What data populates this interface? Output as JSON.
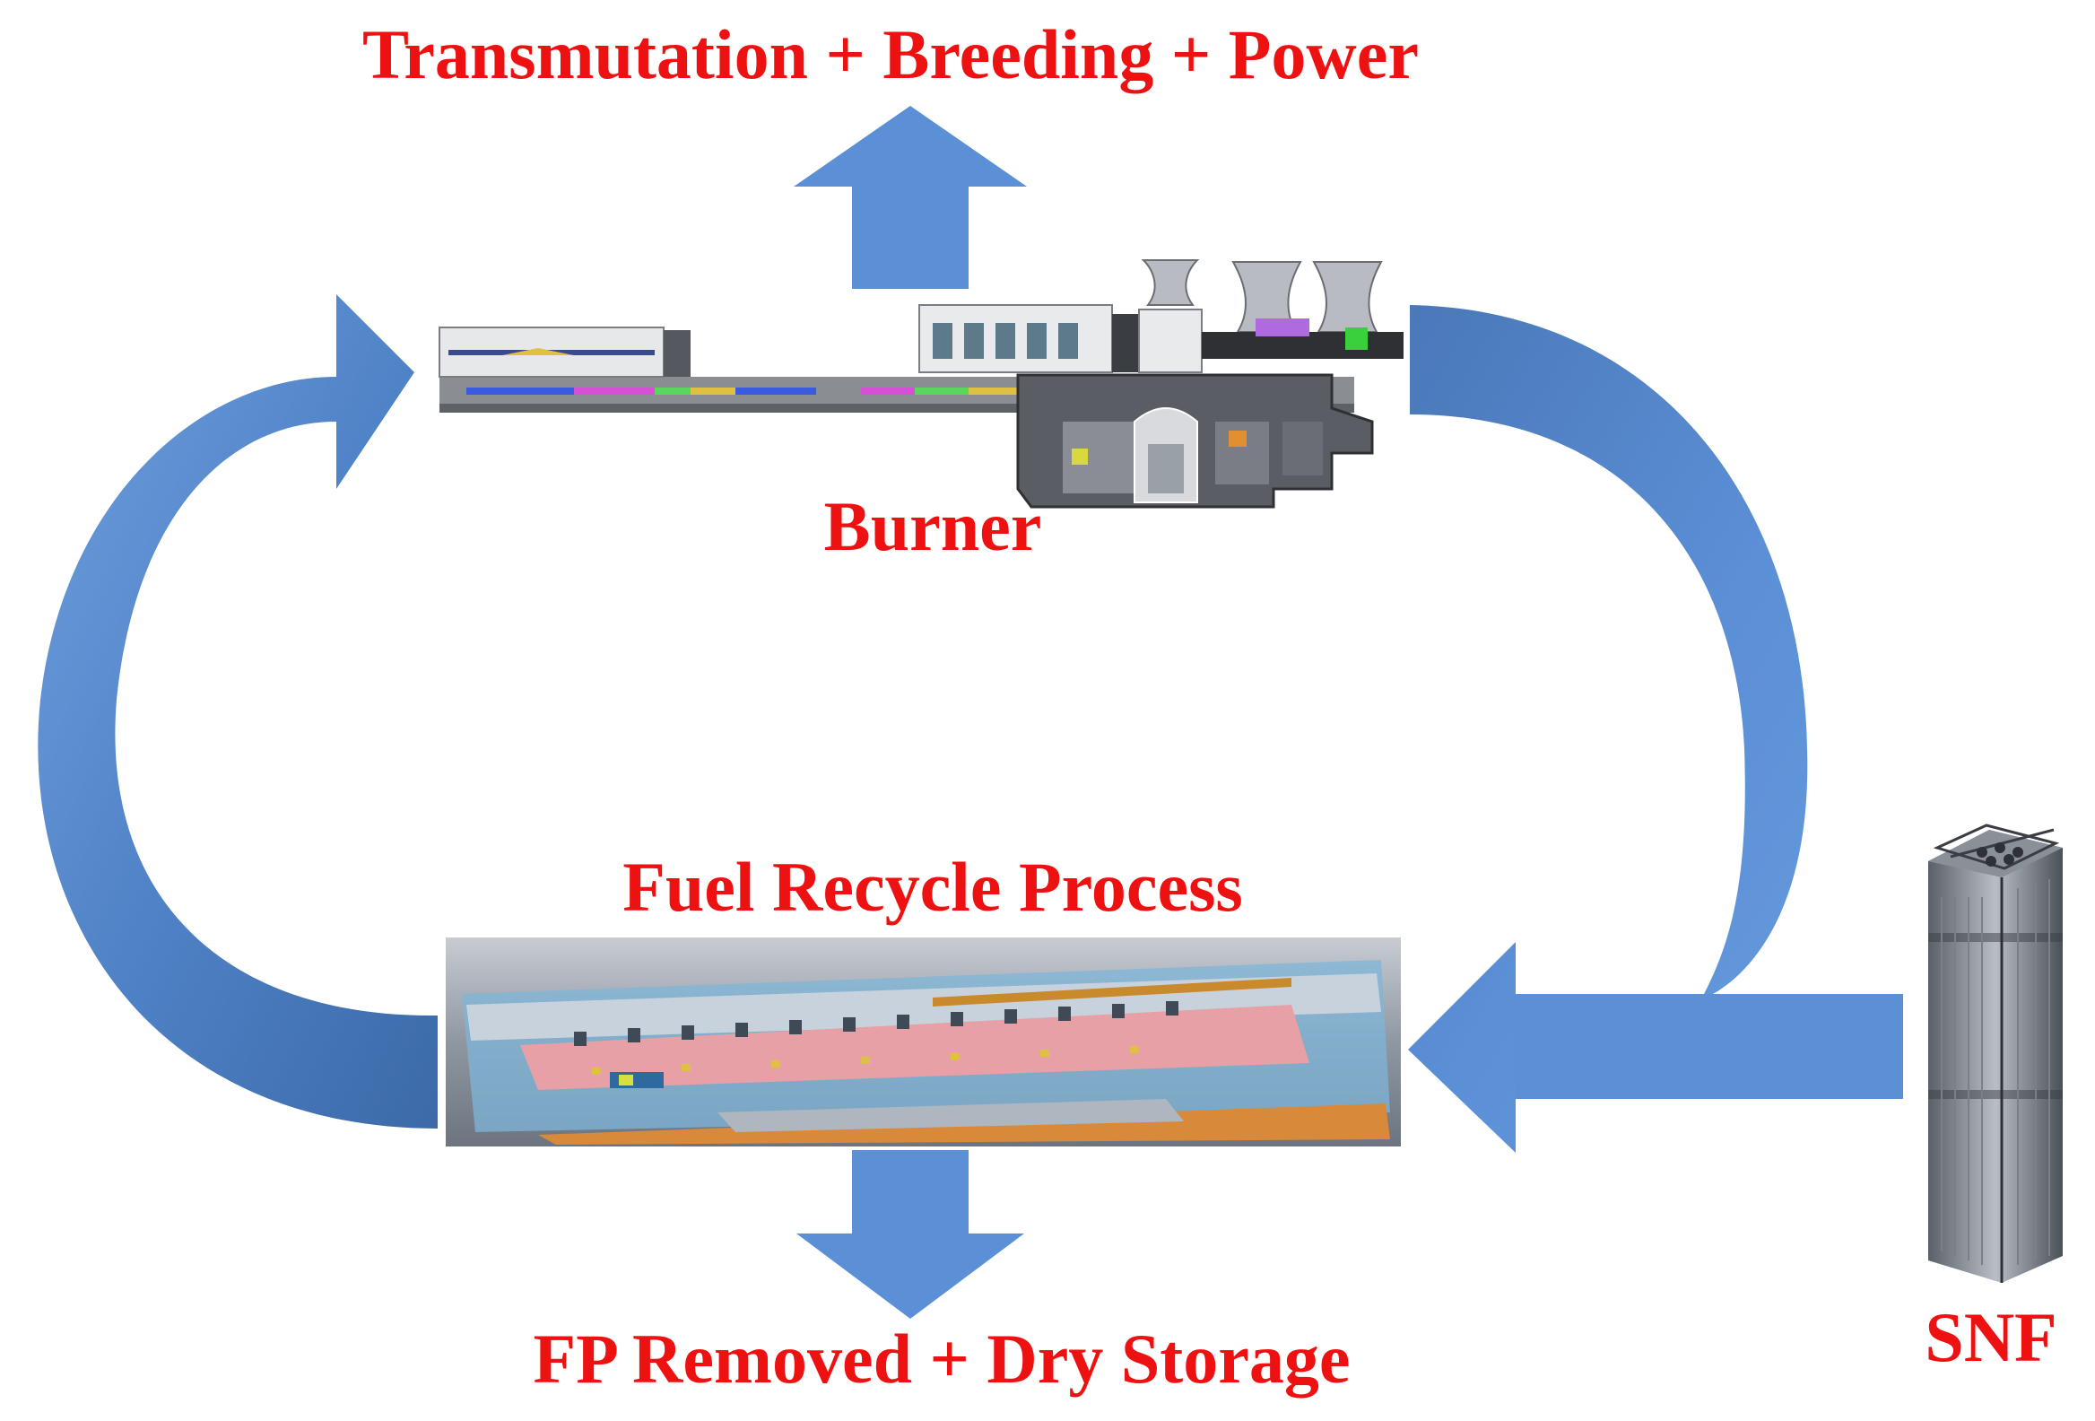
{
  "labels": {
    "top": "Transmutation + Breeding + Power",
    "burner": "Burner",
    "recycle": "Fuel Recycle Process",
    "bottom": "FP Removed + Dry Storage",
    "snf": "SNF"
  },
  "colors": {
    "label_red": "#ee1111",
    "arrow_blue": "#5b8fd6",
    "arrow_blue_dark": "#3a6aa8"
  },
  "icons": [
    "burner-plant-illustration",
    "recycle-facility-illustration",
    "fuel-assembly-illustration"
  ]
}
